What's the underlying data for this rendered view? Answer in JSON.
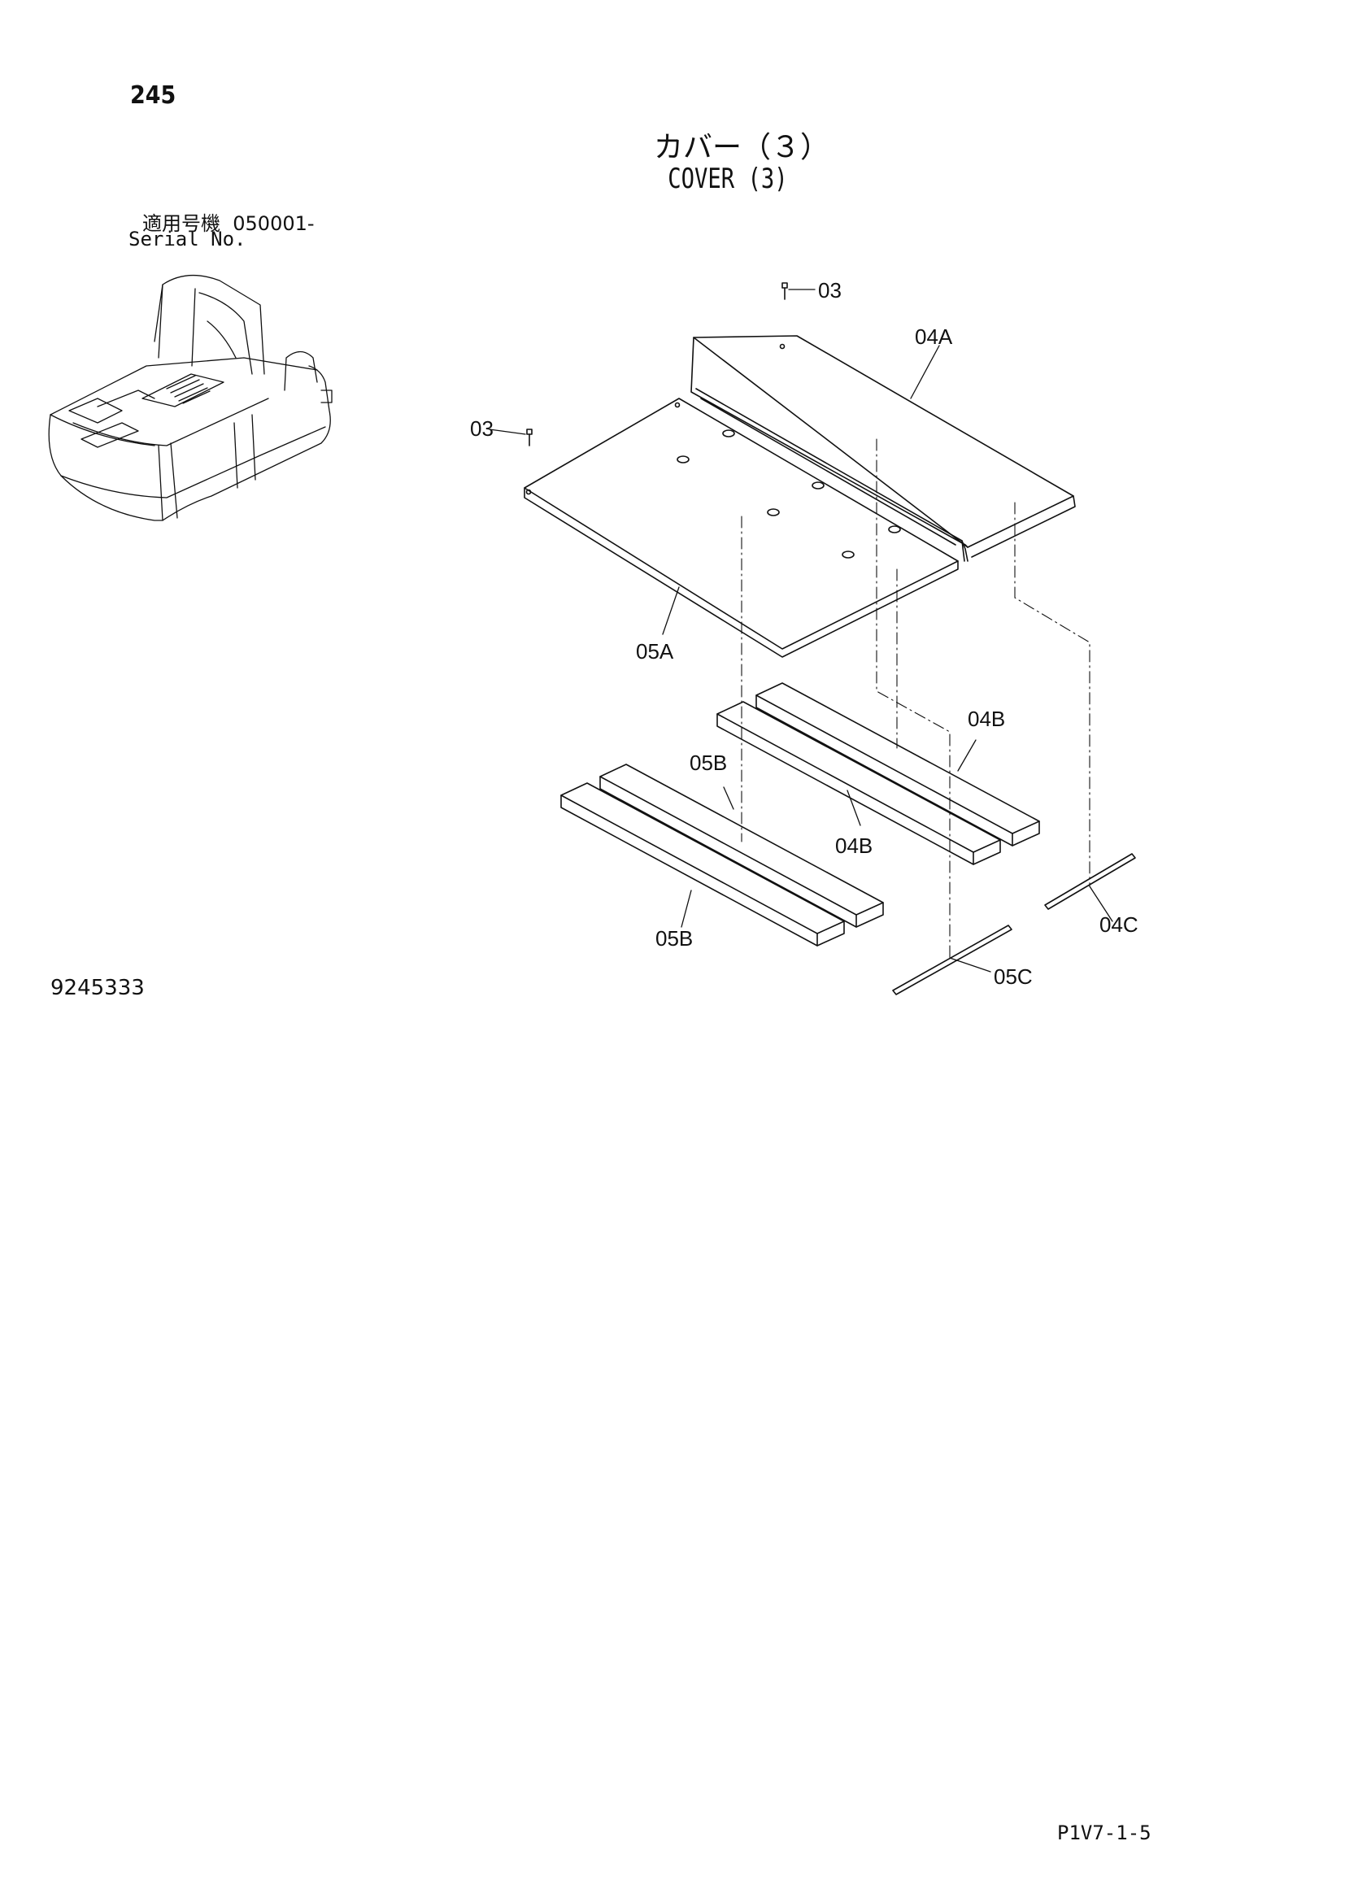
{
  "page_number": "245",
  "title_jp": "カバー（３）",
  "title_en": "COVER (3)",
  "serial": {
    "label_jp": "適用号機",
    "number": "050001-",
    "label_en": "Serial No."
  },
  "drawing_id": "9245333",
  "page_code": "P1V7-1-5",
  "parts": {
    "p03_top": "03",
    "p03_left": "03",
    "p04A": "04A",
    "p05A": "05A",
    "p04B_top": "04B",
    "p04B_mid": "04B",
    "p05B_top": "05B",
    "p05B_bot": "05B",
    "p04C": "04C",
    "p05C": "05C"
  }
}
